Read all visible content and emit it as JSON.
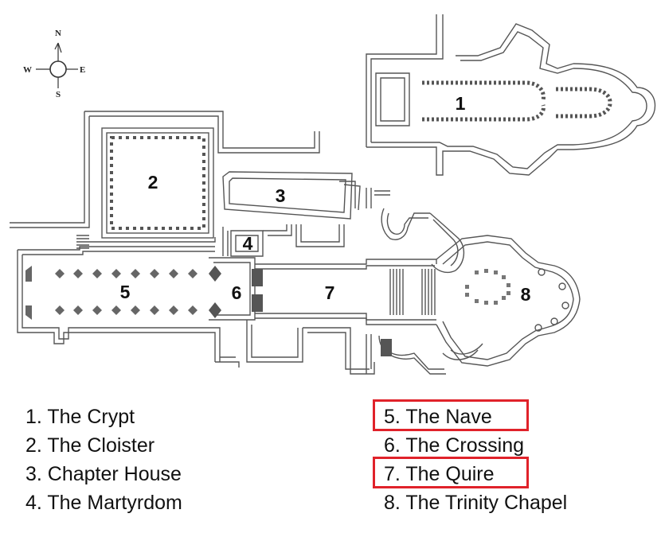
{
  "compass": {
    "north": "N",
    "south": "S",
    "east": "E",
    "west": "W"
  },
  "plan_labels": {
    "crypt": "1",
    "cloister": "2",
    "chapter_house": "3",
    "martyrdom": "4",
    "nave": "5",
    "crossing": "6",
    "quire": "7",
    "trinity_chapel": "8"
  },
  "legend": {
    "left": [
      {
        "text": "1. The Crypt"
      },
      {
        "text": "2. The Cloister"
      },
      {
        "text": "3. Chapter House"
      },
      {
        "text": "4. The Martyrdom"
      }
    ],
    "right": [
      {
        "text": "5. The Nave",
        "highlighted": true
      },
      {
        "text": "6. The Crossing",
        "highlighted": false
      },
      {
        "text": "7. The Quire",
        "highlighted": true
      },
      {
        "text": "8. The Trinity Chapel",
        "highlighted": false
      }
    ]
  },
  "colors": {
    "wall": "#555555",
    "pier": "#666666",
    "highlight": "#e0222a",
    "text": "#111111"
  }
}
